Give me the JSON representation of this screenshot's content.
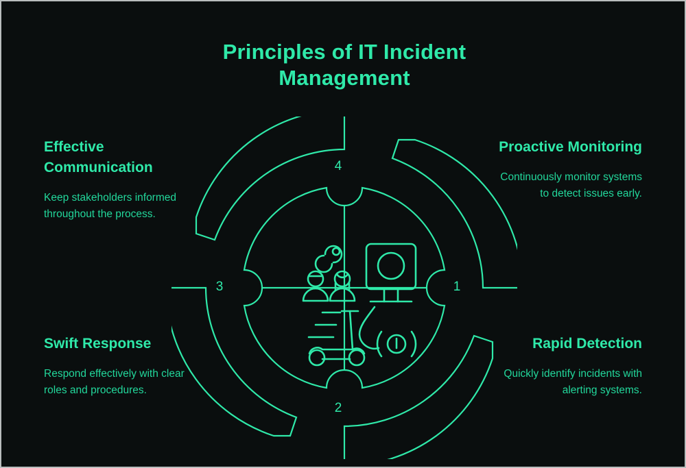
{
  "title": "Principles of IT Incident Management",
  "theme": {
    "background": "#0a0e0e",
    "accent": "#2fe9a9",
    "body_text": "#22d79b",
    "border": "#b9bdbd"
  },
  "blocks": {
    "communication": {
      "heading": "Effective Communication",
      "body": "Keep stakeholders informed throughout the process.",
      "step": "3",
      "position": "top-left"
    },
    "monitoring": {
      "heading": "Proactive Monitoring",
      "body": "Continuously monitor systems to detect issues early.",
      "step": "4",
      "position": "top-right"
    },
    "swift": {
      "heading": "Swift Response",
      "body": "Respond effectively with clear roles and procedures.",
      "step": "2",
      "position": "bottom-left"
    },
    "rapid": {
      "heading": "Rapid Detection",
      "body": "Quickly identify incidents with alerting systems.",
      "step": "1",
      "position": "bottom-right"
    }
  },
  "diagram": {
    "type": "cycle",
    "direction": "clockwise",
    "steps": [
      {
        "number": "1",
        "label": "Proactive Monitoring",
        "arrow": "right-down",
        "icon": "monitor-icon"
      },
      {
        "number": "2",
        "label": "Rapid Detection",
        "arrow": "bottom-left",
        "icon": "detection-radar-icon"
      },
      {
        "number": "3",
        "label": "Swift Response",
        "arrow": "left-up",
        "icon": "scooter-speed-icon"
      },
      {
        "number": "4",
        "label": "Effective Communication",
        "arrow": "top-right",
        "icon": "team-communication-icon"
      }
    ],
    "quadrants": [
      {
        "position": "top-left",
        "icon": "team-communication-icon"
      },
      {
        "position": "top-right",
        "icon": "monitor-icon"
      },
      {
        "position": "bottom-left",
        "icon": "scooter-speed-icon"
      },
      {
        "position": "bottom-right",
        "icon": "detection-radar-icon"
      }
    ]
  }
}
